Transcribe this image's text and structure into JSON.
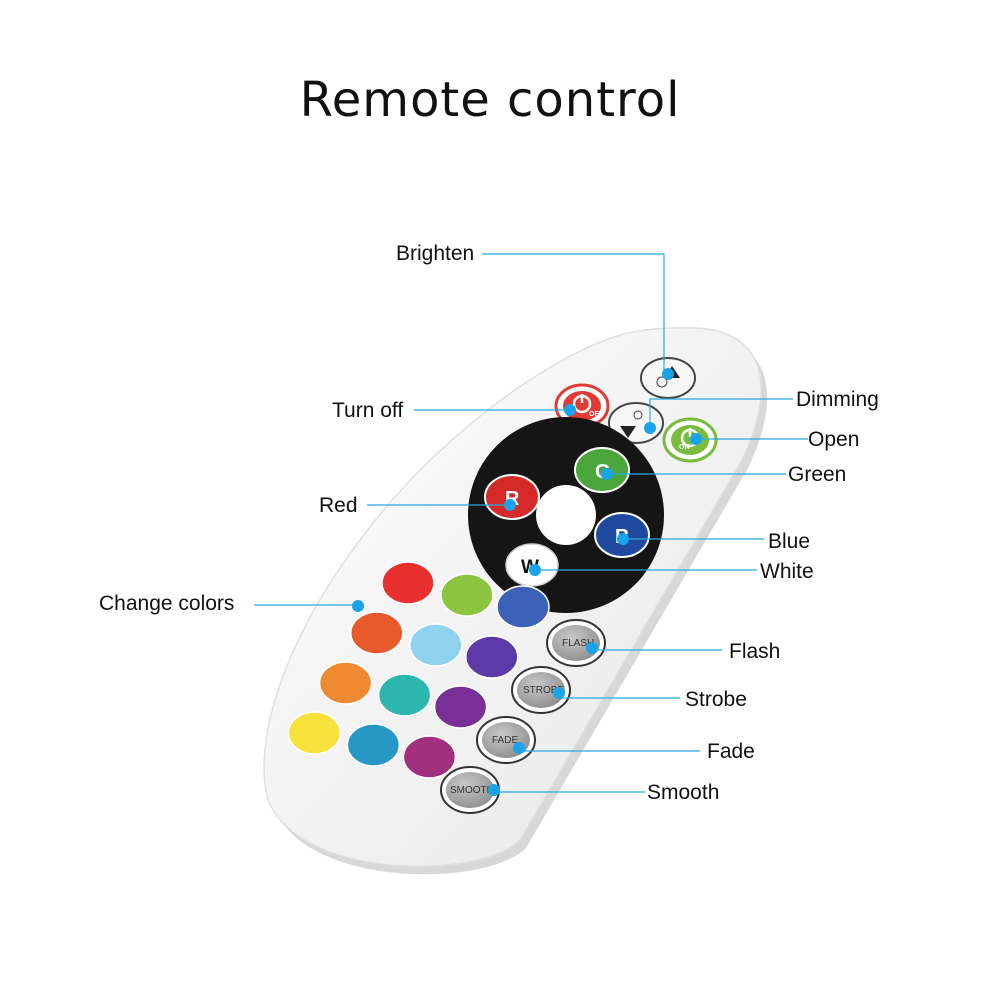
{
  "title": "Remote control",
  "labels": {
    "brighten": "Brighten",
    "turn_off": "Turn off",
    "dimming": "Dimming",
    "open": "Open",
    "green": "Green",
    "red": "Red",
    "blue": "Blue",
    "white": "White",
    "change_colors": "Change colors",
    "flash": "Flash",
    "strobe": "Strobe",
    "fade": "Fade",
    "smooth": "Smooth"
  },
  "buttons": {
    "off_text": "OFF",
    "on_text": "ON",
    "green_letter": "G",
    "red_letter": "R",
    "blue_letter": "B",
    "white_letter": "W",
    "flash_text": "FLASH",
    "strobe_text": "STROBE",
    "fade_text": "FADE",
    "smooth_text": "SMOOTH"
  },
  "colors": {
    "leader_line": "#29a8e0",
    "leader_dot": "#1aa3e8",
    "remote_body": "#f4f4f4",
    "off_button": "#e23b36",
    "on_button": "#79bd3d",
    "green_button": "#4aa63a",
    "red_button": "#d62a2a",
    "blue_button": "#1f4aa0",
    "ring": "#151515",
    "color_buttons": [
      "#e8312e",
      "#8bc43e",
      "#3b62b8",
      "#e85a2c",
      "#8fd3ee",
      "#5c3aa8",
      "#f08a32",
      "#2bb6ae",
      "#7a2f98",
      "#f6e23a",
      "#2797c4",
      "#a2307f"
    ]
  }
}
